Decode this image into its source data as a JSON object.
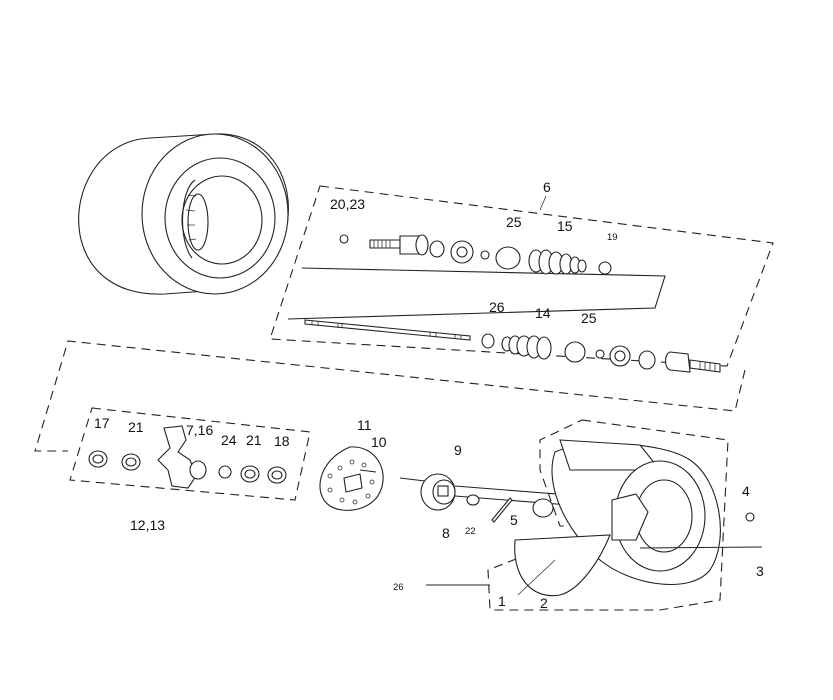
{
  "callouts": [
    {
      "id": "c6",
      "text": "6"
    },
    {
      "id": "c2023",
      "text": "20,23"
    },
    {
      "id": "c25a",
      "text": "25"
    },
    {
      "id": "c15",
      "text": "15"
    },
    {
      "id": "c19",
      "text": "19"
    },
    {
      "id": "c26a",
      "text": "26"
    },
    {
      "id": "c14",
      "text": "14"
    },
    {
      "id": "c25b",
      "text": "25"
    },
    {
      "id": "c17",
      "text": "17"
    },
    {
      "id": "c21a",
      "text": "21"
    },
    {
      "id": "c716",
      "text": "7,16"
    },
    {
      "id": "c24",
      "text": "24"
    },
    {
      "id": "c21b",
      "text": "21"
    },
    {
      "id": "c18",
      "text": "18"
    },
    {
      "id": "c1213",
      "text": "12,13"
    },
    {
      "id": "c11",
      "text": "11"
    },
    {
      "id": "c10",
      "text": "10"
    },
    {
      "id": "c9",
      "text": "9"
    },
    {
      "id": "c8",
      "text": "8"
    },
    {
      "id": "c22",
      "text": "22"
    },
    {
      "id": "c5",
      "text": "5"
    },
    {
      "id": "c4",
      "text": "4"
    },
    {
      "id": "c3",
      "text": "3"
    },
    {
      "id": "c26b",
      "text": "26"
    },
    {
      "id": "c1",
      "text": "1"
    },
    {
      "id": "c2",
      "text": "2"
    }
  ]
}
